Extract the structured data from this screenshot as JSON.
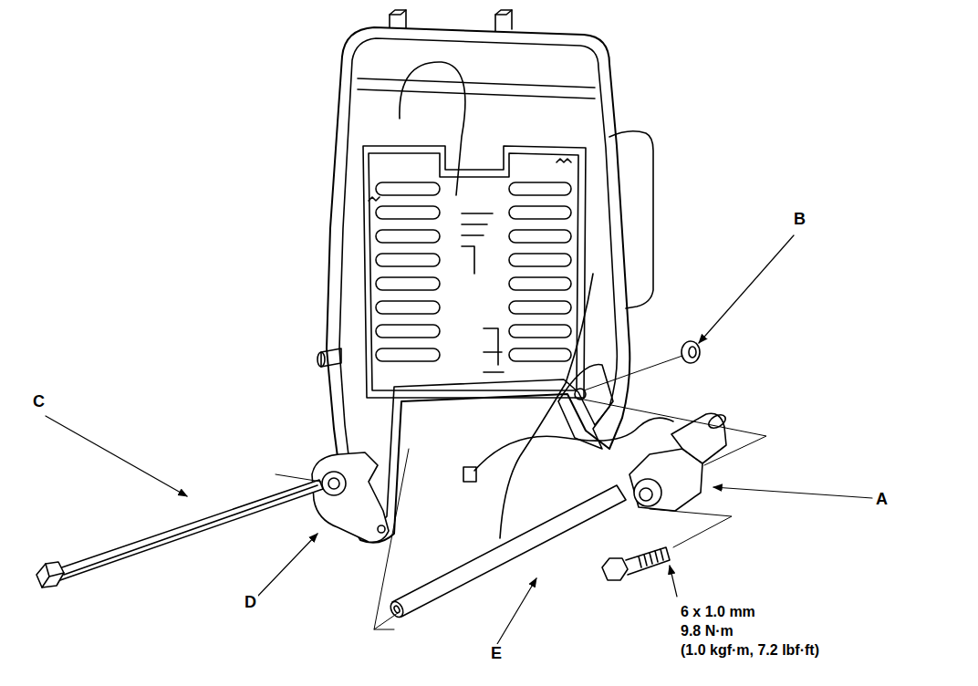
{
  "diagram": {
    "labels": [
      "A",
      "B",
      "C",
      "D",
      "E",
      "6 x 1.0 mm",
      "9.8 N·m",
      "(1.0 kgf·m, 7.2 lbf·ft)"
    ]
  }
}
